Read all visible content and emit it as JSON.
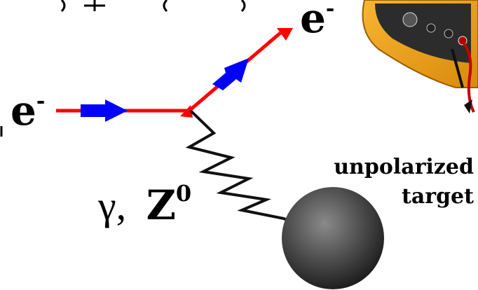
{
  "incoming_particle": {
    "symbol": "e",
    "charge": "-"
  },
  "outgoing_particle": {
    "symbol": "e",
    "charge": "-"
  },
  "exchange_boson": {
    "gamma": "γ,",
    "z": "Z",
    "z_superscript": "0"
  },
  "target": {
    "line1": "unpolarized",
    "line2": "target"
  },
  "colors": {
    "fermion_line": "#ff0000",
    "spin_arrow": "#0000ff",
    "boson_line": "#111111",
    "target_sphere": "#555555",
    "meter_body": "#f2a21a",
    "text": "#000000"
  },
  "icons": [
    "multimeter-icon",
    "target-sphere-icon"
  ]
}
